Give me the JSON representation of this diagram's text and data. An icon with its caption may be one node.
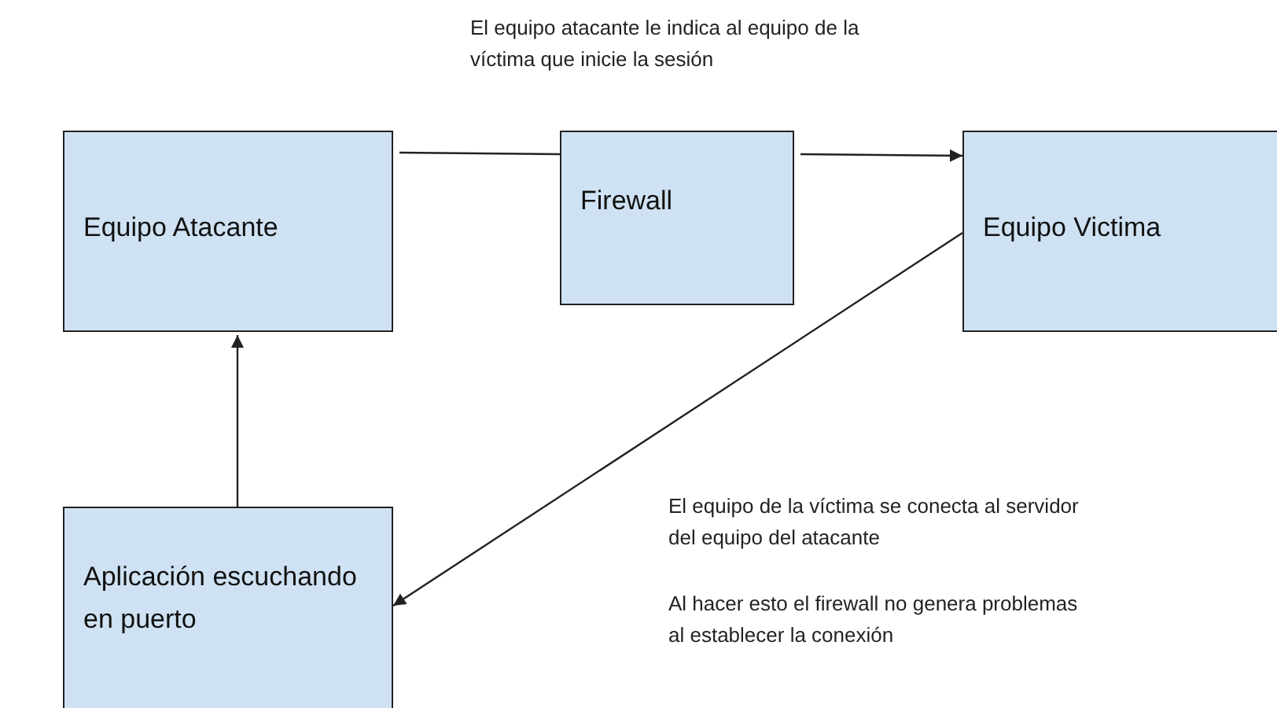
{
  "diagram": {
    "nodes": [
      {
        "text": [
          "Equipo Atacante"
        ]
      },
      {
        "text": [
          "Firewall"
        ]
      },
      {
        "text": [
          "Equipo Victima"
        ]
      },
      {
        "text": [
          "Aplicación escuchando en puerto"
        ]
      }
    ],
    "edges": [
      {
        "from": 0,
        "to": 1,
        "arrow": "none"
      },
      {
        "from": 1,
        "to": 2,
        "arrow": "to"
      },
      {
        "from": 2,
        "to": 3,
        "arrow": "to"
      },
      {
        "from": 3,
        "to": 0,
        "arrow": "to"
      }
    ],
    "labels": [
      "El equipo atacante le indica al equipo de la víctima que inicie la sesión",
      "El equipo de la víctima se conecta al servidor del equipo del atacante",
      "Al hacer esto el firewall no genera problemas al establecer la conexión"
    ]
  }
}
